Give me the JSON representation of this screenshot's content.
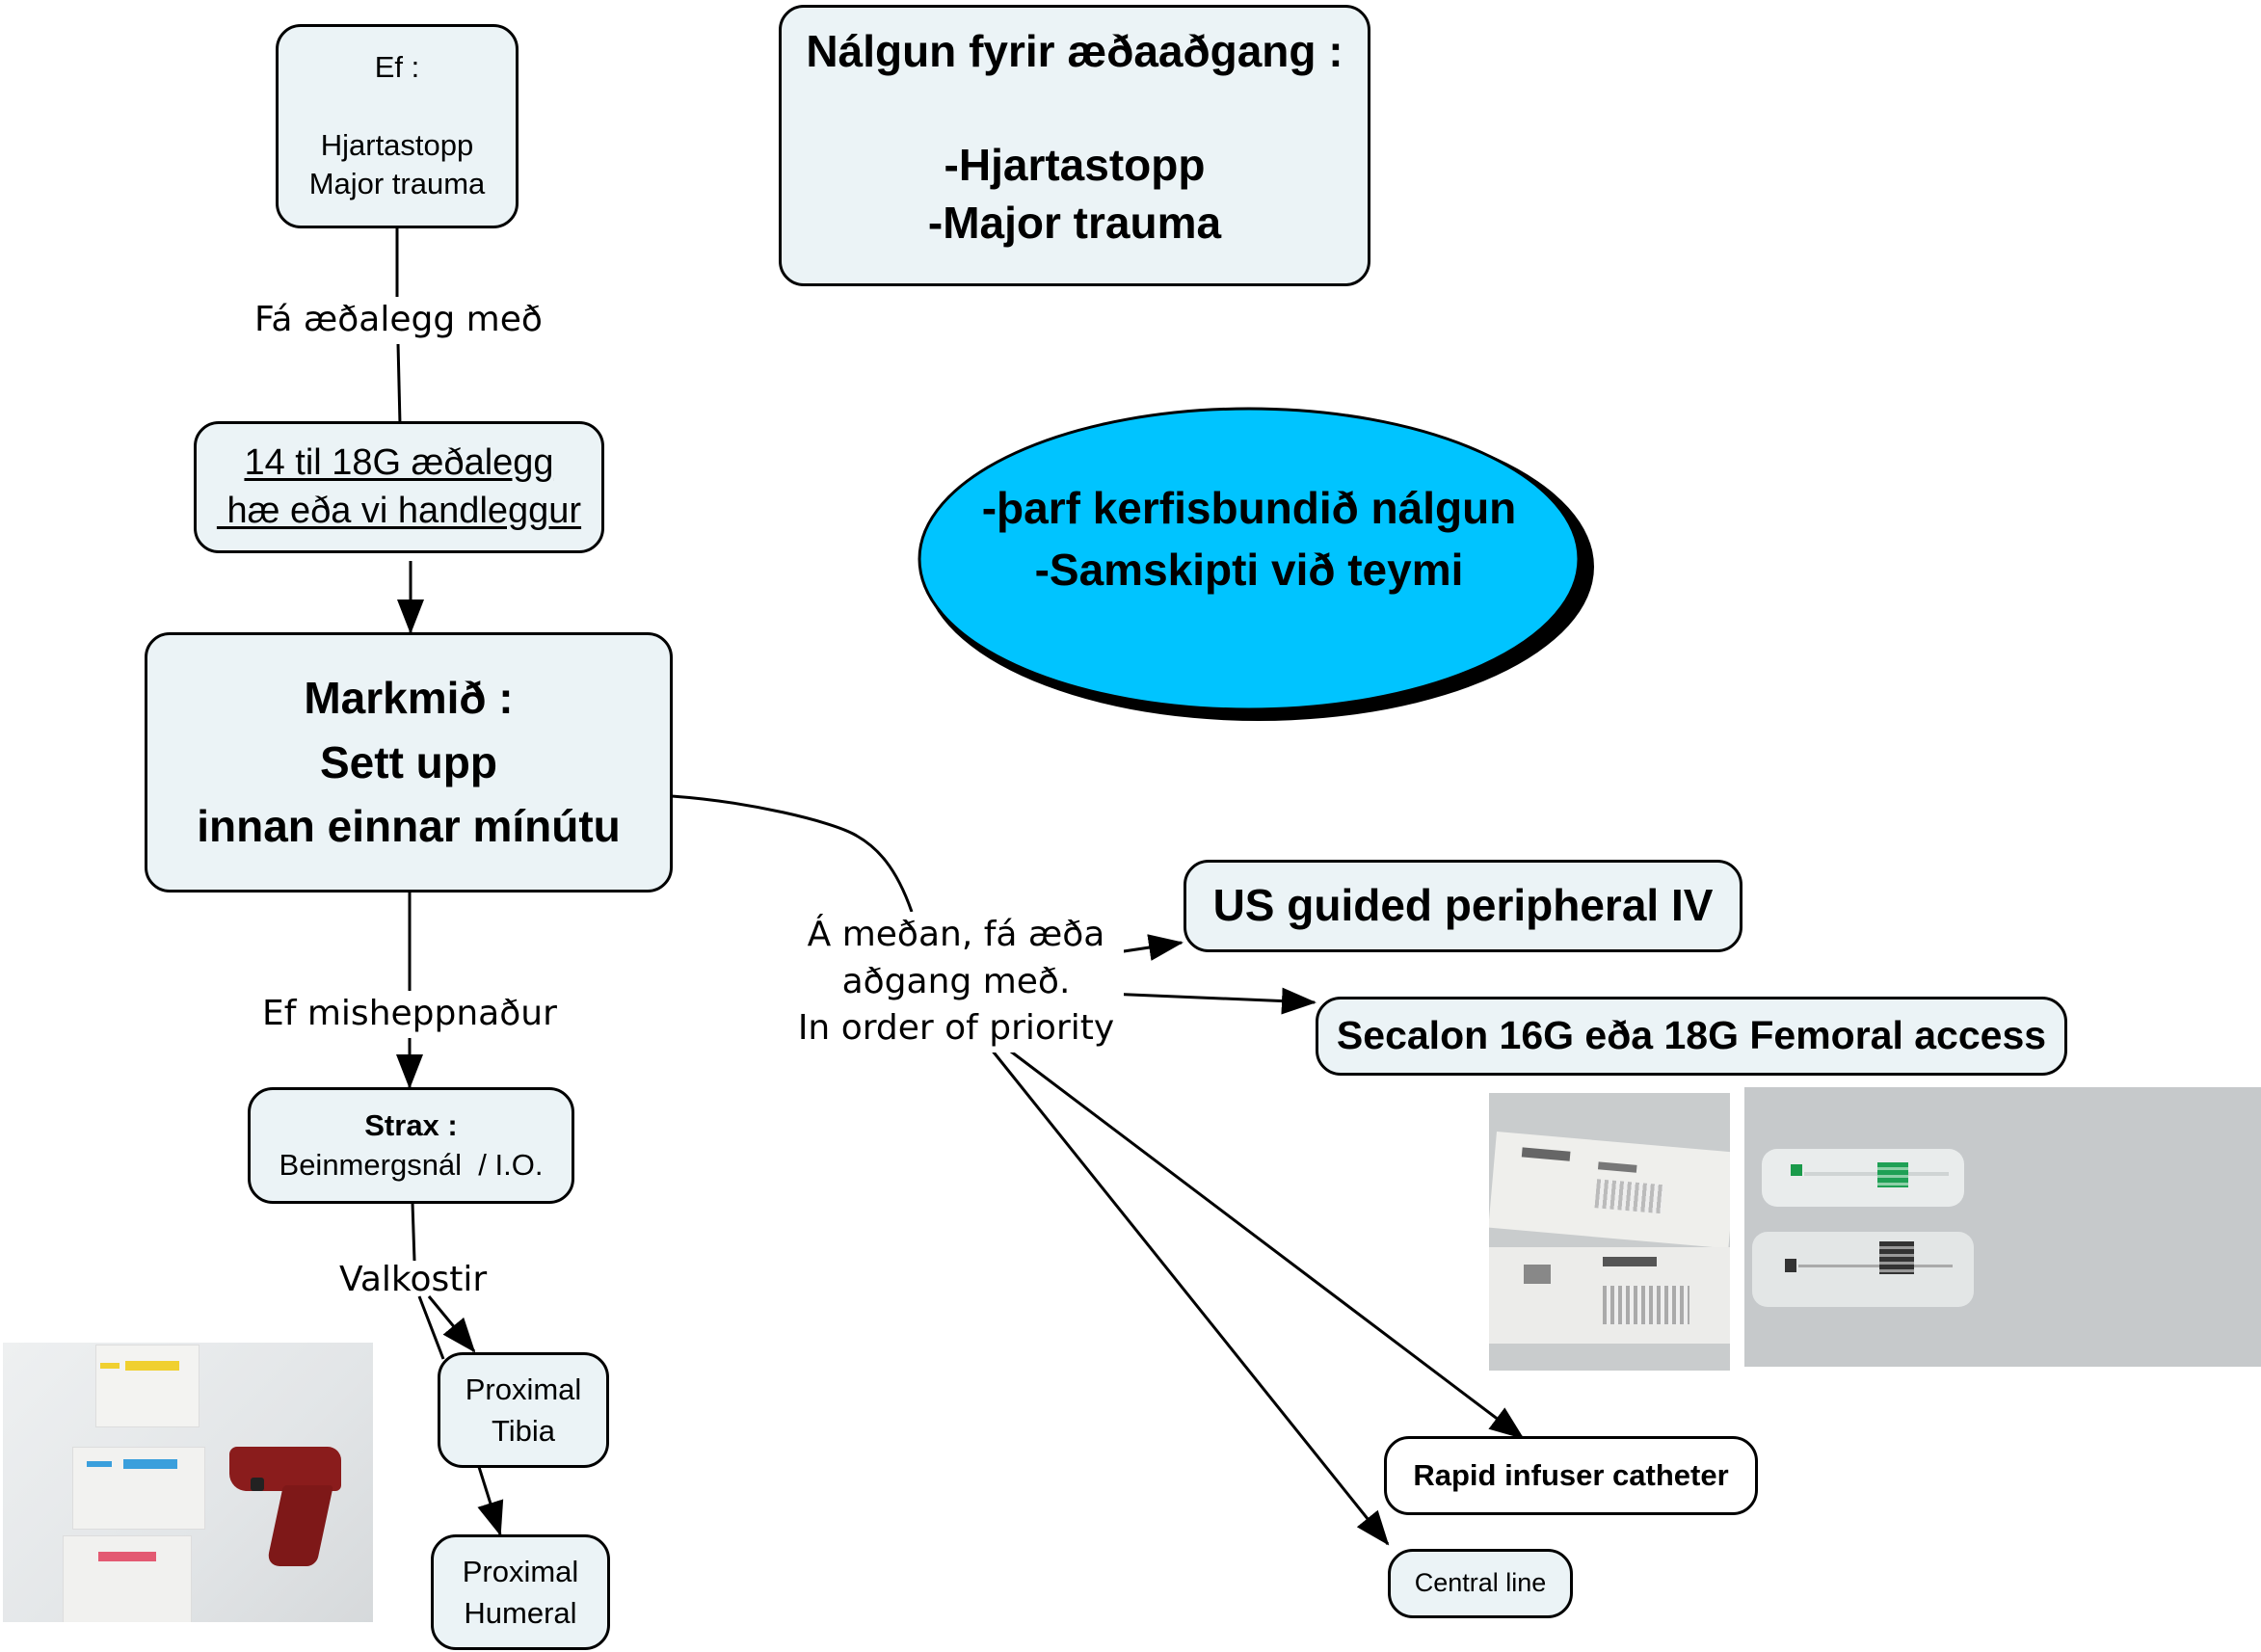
{
  "nodes": {
    "ef_box": {
      "lines": [
        "Ef :",
        "",
        "Hjartastopp",
        "Major trauma"
      ]
    },
    "title_box": {
      "heading": "Nálgun fyrir æðaaðgang :",
      "lines": [
        "-Hjartastopp",
        "-Major trauma"
      ]
    },
    "iv_box": {
      "lines": [
        "14 til 18G æðalegg",
        " hæ eða vi handleggur"
      ]
    },
    "goal_box": {
      "lines": [
        "Markmið :",
        "Sett upp",
        "innan einnar mínútu"
      ]
    },
    "ellipse": {
      "lines": [
        "-þarf kerfisbundið nálgun",
        "-Samskipti við teymi"
      ],
      "fill": "#00c4ff"
    },
    "strax_box": {
      "heading": "Strax :",
      "line": "Beinmergsnál  / I.O."
    },
    "tibia_box": {
      "lines": [
        "Proximal",
        "Tibia"
      ]
    },
    "humeral_box": {
      "lines": [
        "Proximal",
        "Humeral"
      ]
    },
    "us_box": {
      "label": "US guided peripheral IV"
    },
    "secalon_box": {
      "label": "Secalon 16G eða 18G Femoral access"
    },
    "rapid_box": {
      "label": "Rapid infuser catheter"
    },
    "central_box": {
      "label": "Central line"
    }
  },
  "edge_labels": {
    "fa_aedalegg": "Fá æðalegg með",
    "ef_misheppnadur": "Ef misheppnaður",
    "valkostir": "Valkostir",
    "a_medan": [
      "Á meðan, fá æða",
      "aðgang með.",
      "In order of priority"
    ]
  },
  "photos": {
    "io_device": "photo-io-needles-and-drill",
    "secalon_packages": "photo-secalon-packages",
    "catheters": "photo-catheters"
  },
  "colors": {
    "node_fill": "#ebf3f6",
    "ellipse_fill": "#00c4ff",
    "stroke": "#000000"
  }
}
